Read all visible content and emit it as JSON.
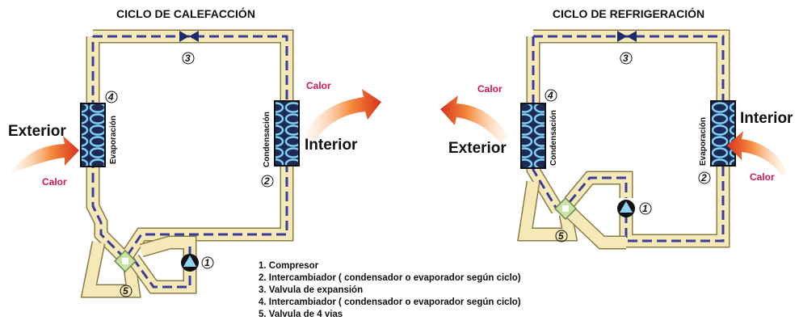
{
  "titles": {
    "heating": "CICLO DE CALEFACCIÓN",
    "cooling": "CICLO DE REFRIGERACIÓN"
  },
  "labels": {
    "exterior": "Exterior",
    "interior": "Interior",
    "calor": "Calor",
    "evaporacion": "Evaporación",
    "condensacion": "Condensación"
  },
  "numbers": {
    "n1": "1",
    "n2": "2",
    "n3": "3",
    "n4": "4",
    "n5": "5"
  },
  "legend": [
    "1. Compresor",
    "2. Intercambiador ( condensador o evaporador según ciclo)",
    "3. Valvula de expansión",
    "4. Intercambiador ( condensador o evaporador según ciclo)",
    "5. Valvula de 4 vias"
  ],
  "colors": {
    "pipe": "#f5e9b8",
    "flow": "#3c3c9c",
    "coil": "#6ec6ef",
    "heat_arrow": "#e8542a",
    "calor_text": "#d4145a"
  }
}
